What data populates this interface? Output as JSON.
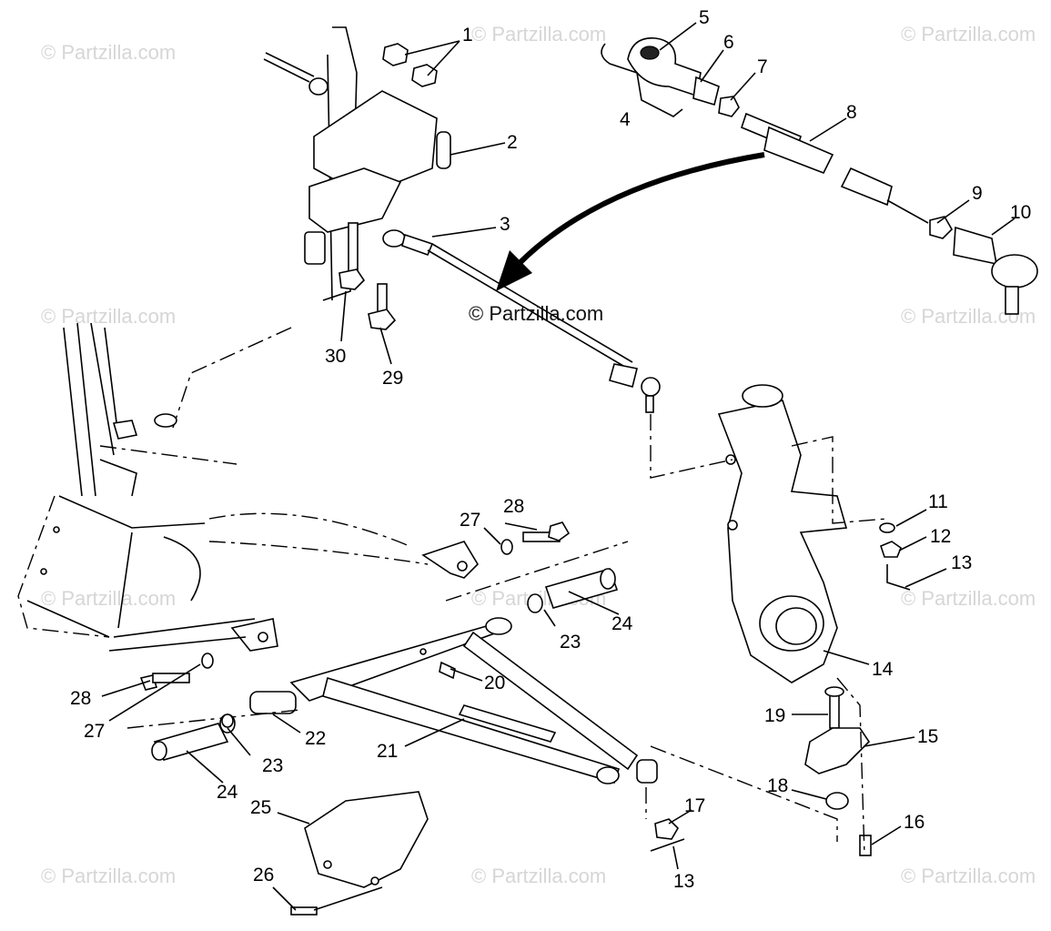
{
  "watermark": "© Partzilla.com",
  "center_watermark": "© Partzilla.com",
  "callouts": {
    "c1": "1",
    "c2": "2",
    "c3": "3",
    "c4": "4",
    "c5": "5",
    "c6": "6",
    "c7": "7",
    "c8": "8",
    "c9": "9",
    "c10": "10",
    "c11": "11",
    "c12": "12",
    "c13a": "13",
    "c13b": "13",
    "c14": "14",
    "c15": "15",
    "c16": "16",
    "c17": "17",
    "c18": "18",
    "c19": "19",
    "c20": "20",
    "c21": "21",
    "c22": "22",
    "c23a": "23",
    "c23b": "23",
    "c24a": "24",
    "c24b": "24",
    "c25": "25",
    "c26": "26",
    "c27a": "27",
    "c27b": "27",
    "c28a": "28",
    "c28b": "28",
    "c29": "29",
    "c30": "30"
  }
}
